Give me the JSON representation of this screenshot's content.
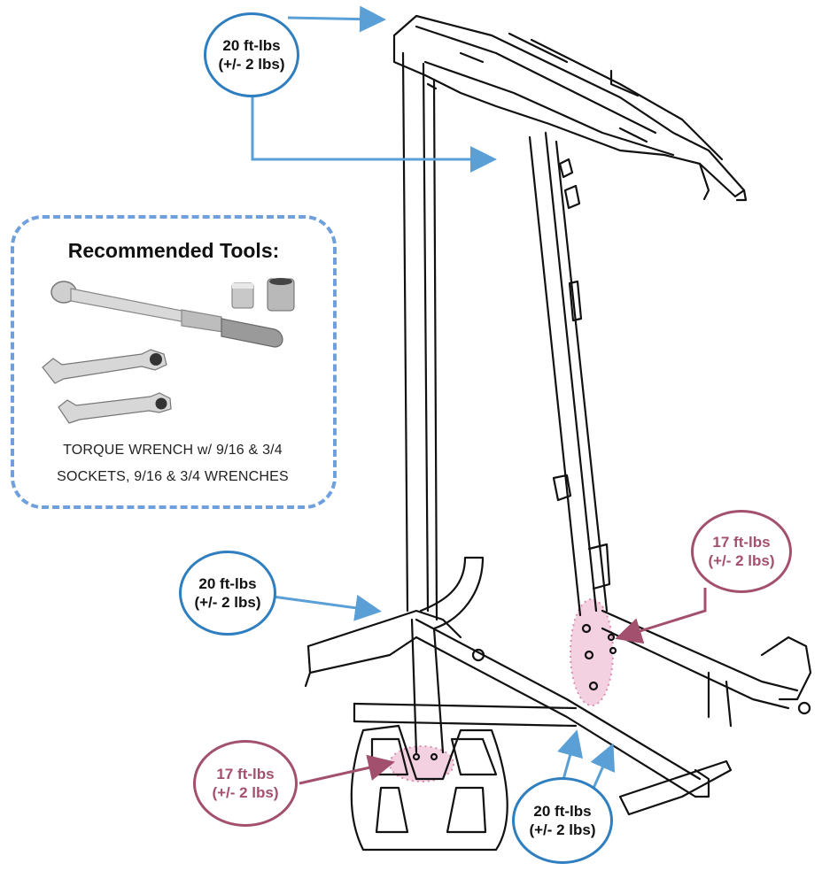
{
  "tools": {
    "title": "Recommended Tools:",
    "caption_line1": "TORQUE WRENCH w/ 9/16 & 3/4",
    "caption_line2": "SOCKETS, 9/16 & 3/4 WRENCHES"
  },
  "callouts": {
    "top": {
      "line1": "20 ft-lbs",
      "line2": "(+/- 2 lbs)"
    },
    "left_mid": {
      "line1": "20 ft-lbs",
      "line2": "(+/- 2 lbs)"
    },
    "right_mid": {
      "line1": "17 ft-lbs",
      "line2": "(+/- 2 lbs)"
    },
    "bottom_left": {
      "line1": "17 ft-lbs",
      "line2": "(+/- 2 lbs)"
    },
    "bottom_right": {
      "line1": "20 ft-lbs",
      "line2": "(+/- 2 lbs)"
    }
  },
  "colors": {
    "blue": "#2f7fc0",
    "pink": "#a3506f",
    "dash_blue": "#6f9fdc",
    "highlight": "#f2c9dc"
  }
}
